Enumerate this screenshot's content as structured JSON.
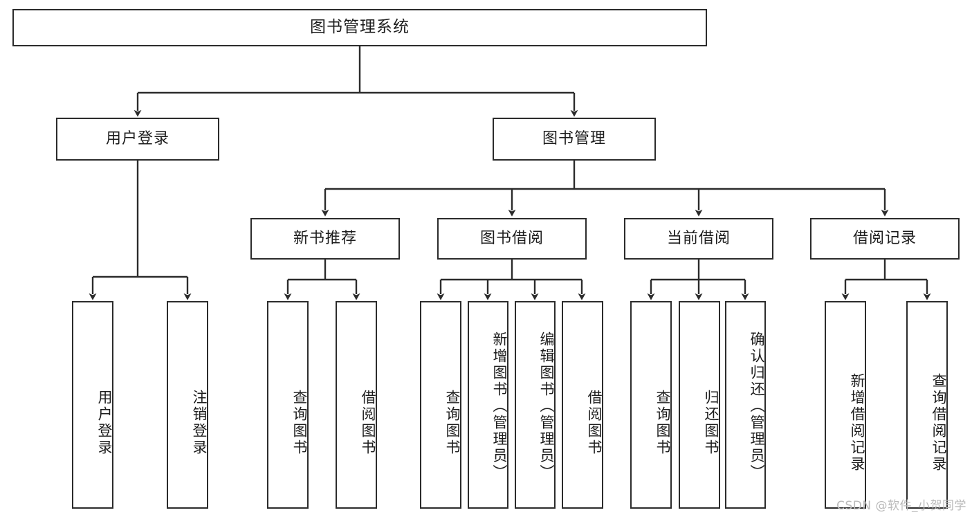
{
  "diagram": {
    "title": "图书管理系统",
    "type": "tree-hierarchy-chart",
    "orientation": "top-down",
    "colors": {
      "border": "#2b2b2b",
      "background": "#ffffff",
      "text": "#1d1d1d",
      "edge": "#2b2b2b",
      "watermark": "#b9b9b9"
    },
    "levels": {
      "root": {
        "label": "图书管理系统"
      },
      "level2": [
        {
          "id": "user-login",
          "label": "用户登录"
        },
        {
          "id": "book-management",
          "label": "图书管理"
        }
      ],
      "level3": [
        {
          "id": "new-book-recommend",
          "label": "新书推荐",
          "parent": "book-management"
        },
        {
          "id": "book-borrow",
          "label": "图书借阅",
          "parent": "book-management"
        },
        {
          "id": "current-borrow",
          "label": "当前借阅",
          "parent": "book-management"
        },
        {
          "id": "borrow-record",
          "label": "借阅记录",
          "parent": "book-management"
        }
      ],
      "leaves": {
        "user-login": [
          {
            "id": "leaf-user-login",
            "label": "用户登录"
          },
          {
            "id": "leaf-user-logout",
            "label": "注销登录"
          }
        ],
        "new-book-recommend": [
          {
            "id": "leaf-query-book-1",
            "label": "查询图书"
          },
          {
            "id": "leaf-borrow-book-1",
            "label": "借阅图书"
          }
        ],
        "book-borrow": [
          {
            "id": "leaf-query-book-2",
            "label": "查询图书"
          },
          {
            "id": "leaf-add-book",
            "label": "新增图书（管理员）"
          },
          {
            "id": "leaf-edit-book",
            "label": "编辑图书（管理员）"
          },
          {
            "id": "leaf-borrow-book-2",
            "label": "借阅图书"
          }
        ],
        "current-borrow": [
          {
            "id": "leaf-query-book-3",
            "label": "查询图书"
          },
          {
            "id": "leaf-return-book",
            "label": "归还图书"
          },
          {
            "id": "leaf-confirm-return",
            "label": "确认归还（管理员）"
          }
        ],
        "borrow-record": [
          {
            "id": "leaf-add-record",
            "label": "新增借阅记录"
          },
          {
            "id": "leaf-query-record",
            "label": "查询借阅记录"
          }
        ]
      }
    }
  },
  "watermark": {
    "text": "CSDN @软件_小贺同学"
  }
}
